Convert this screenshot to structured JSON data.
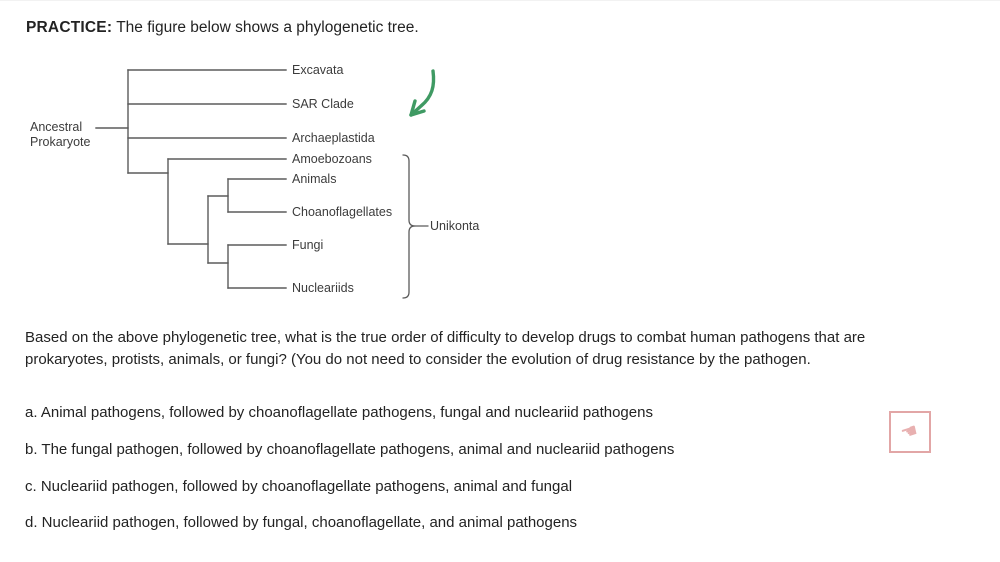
{
  "prompt": {
    "lead": "PRACTICE:",
    "text": " The figure below shows a phylogenetic tree."
  },
  "figure": {
    "root_label_line1": "Ancestral",
    "root_label_line2": "Prokaryote",
    "clade_bracket_label": "Unikonta",
    "tips": [
      {
        "label": "Excavata"
      },
      {
        "label": "SAR Clade"
      },
      {
        "label": "Archaeplastida"
      },
      {
        "label": "Amoebozoans"
      },
      {
        "label": "Animals"
      },
      {
        "label": "Choanoflagellates"
      },
      {
        "label": "Fungi"
      },
      {
        "label": "Nucleariids"
      }
    ],
    "annotation": {
      "name": "green-arrow",
      "color": "#3f9a63"
    },
    "line_color": "#5b5b5b"
  },
  "question": {
    "text": "Based on the above phylogenetic tree, what is the true order of difficulty to develop drugs to combat human pathogens that are prokaryotes, protists, animals, or fungi? (You do not need to consider the evolution of drug resistance by the pathogen."
  },
  "options": [
    {
      "id": "a",
      "text": "a. Animal pathogens, followed by choanoflagellate pathogens, fungal and nucleariid pathogens"
    },
    {
      "id": "b",
      "text": "b. The fungal pathogen, followed by choanoflagellate pathogens, animal and nucleariid pathogens"
    },
    {
      "id": "c",
      "text": "c. Nucleariid pathogen, followed by choanoflagellate pathogens, animal and fungal"
    },
    {
      "id": "d",
      "text": "d. Nucleariid pathogen, followed by fungal, choanoflagellate, and animal pathogens"
    }
  ],
  "cursor_marker": {
    "glyph": "☚",
    "border_color": "#e2a6a6",
    "glyph_color": "#e8b0b0"
  }
}
